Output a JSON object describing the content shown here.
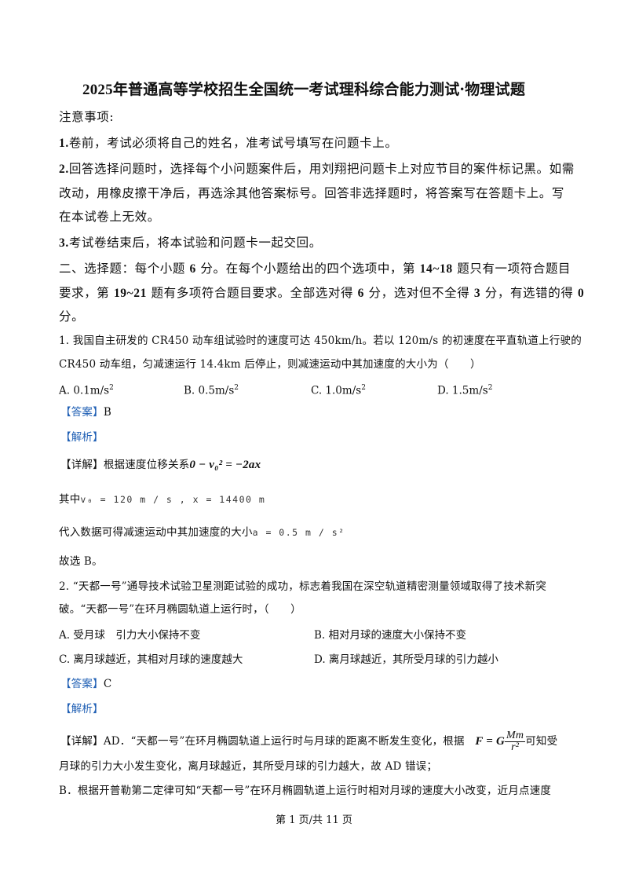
{
  "title": {
    "year": "2025",
    "rest": "年普通高等学校招生全国统一考试理科综合能力测试·物理试题"
  },
  "notice": {
    "heading": "注意事项:",
    "item1_num": "1.",
    "item1": "卷前，考试必须将自己的姓名，准考试号填写在问题卡上。",
    "item2_num": "2.",
    "item2_l1": "回答选择问题时，选择每个小问题案件后，用刘翔把问题卡上对应节目的案件标记黑。如需",
    "item2_l2": "改动，用橡皮擦干净后，再选涂其他答案标号。回答非选择题时，将答案写在答题卡上。写",
    "item2_l3": "在本试卷上无效。",
    "item3_num": "3.",
    "item3": "考试卷结束后，将本试验和问题卡一起交回。"
  },
  "section2": {
    "l1_a": "二、选择题：每个小题 ",
    "l1_b": "6",
    "l1_c": " 分。在每个小题给出的四个选项中，第 ",
    "l1_d": "14~18",
    "l1_e": " 题只有一项符合题目",
    "l2_a": "要求，第 ",
    "l2_b": "19~21",
    "l2_c": " 题有多项符合题目要求。全部选对得 ",
    "l2_d": "6",
    "l2_e": " 分，选对但不全得 ",
    "l2_f": "3",
    "l2_g": " 分，有选错的得 ",
    "l2_h": "0",
    "l3": "分。"
  },
  "q1": {
    "l1": "1. 我国自主研发的 CR450 动车组试验时的速度可达 450km/h。若以 120m/s 的初速度在平直轨道上行驶的",
    "l2": "CR450 动车组，匀减速运行 14.4km 后停止，则减速运动中其加速度的大小为（　　）",
    "options": [
      {
        "label": "A. 0.1m/s",
        "sup": "2"
      },
      {
        "label": "B. 0.5m/s",
        "sup": "2"
      },
      {
        "label": "C. 1.0m/s",
        "sup": "2"
      },
      {
        "label": "D. 1.5m/s",
        "sup": "2"
      }
    ],
    "answer_tag": "【答案】",
    "answer": "B",
    "analysis_tag": "【解析】",
    "detail_tag": "【详解】",
    "detail_text": "根据速度位移关系",
    "formula": "0 − v₀² = −2ax",
    "given_prefix": "其中",
    "given": "v₀ = 120 m / s , x = 14400 m",
    "substitute": "代入数据可得减速运动中其加速度的大小",
    "result": "a = 0.5 m / s²",
    "conclusion": "故选 B。"
  },
  "q2": {
    "l1": "2. “天都一号”通导技术试验卫星测距试验的成功，标志着我国在深空轨道精密测量领域取得了技术新突",
    "l2": "破。“天都一号”在环月椭圆轨道上运行时，（　　）",
    "options": [
      "A. 受月球　引力大小保持不变",
      "B. 相对月球的速度大小保持不变",
      "C. 离月球越近，其相对月球的速度越大",
      "D. 离月球越近，其所受月球的引力越小"
    ],
    "answer_tag": "【答案】",
    "answer": "C",
    "analysis_tag": "【解析】",
    "detail_tag": "【详解】",
    "d1_a": "AD．“天都一号”在环月椭圆轨道上运行时与月球的距离不断发生变化，根据",
    "formula_lhs": "F = G",
    "frac_num": "Mm",
    "frac_den": "r²",
    "d1_b": "可知受",
    "d2": "月球的引力大小发生变化，离月球越近，其所受月球的引力越大，故 AD 错误；",
    "d3": "B．根据开普勒第二定律可知“天都一号”在环月椭圆轨道上运行时相对月球的速度大小改变，近月点速度"
  },
  "footer": "第 1 页/共 11 页"
}
